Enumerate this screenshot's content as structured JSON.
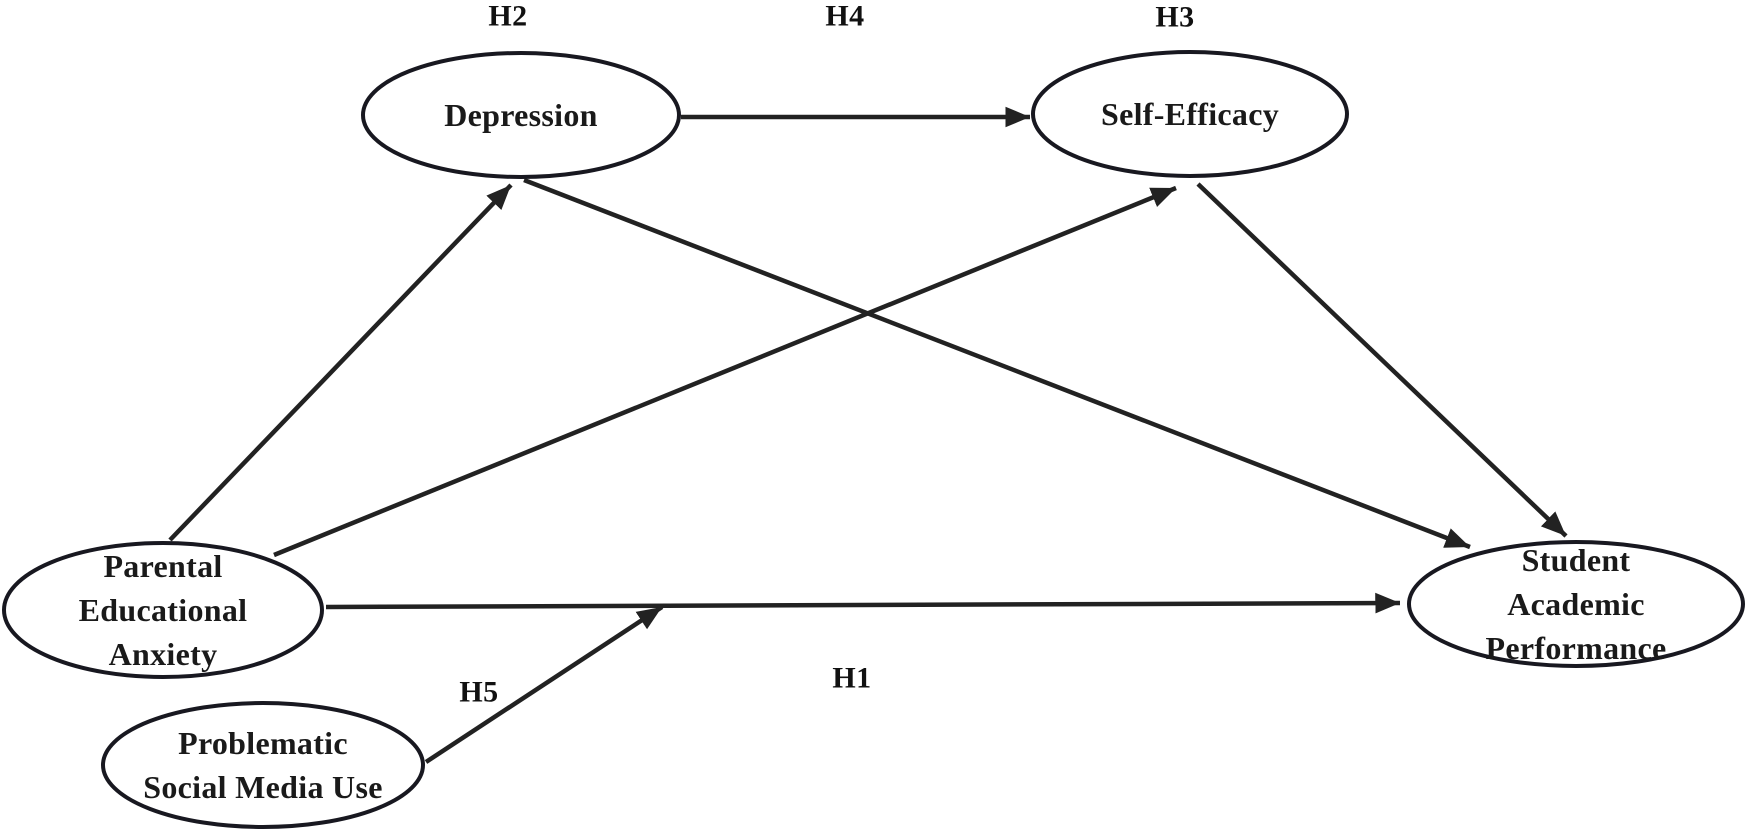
{
  "diagram": {
    "type": "path-model",
    "background_color": "#ffffff",
    "line_color": "#222222",
    "text_color": "#1a1a1a",
    "nodes": {
      "depression": {
        "label": "Depression"
      },
      "self_efficacy": {
        "label": "Self-Efficacy"
      },
      "parental_educational_anxiety": {
        "label": "Parental\nEducational\nAnxiety"
      },
      "problematic_social_media_use": {
        "label": "Problematic\nSocial Media Use"
      },
      "student_academic_performance": {
        "label": "Student Academic\nPerformance"
      }
    },
    "hypothesis_labels": {
      "h1": "H1",
      "h2": "H2",
      "h3": "H3",
      "h4": "H4",
      "h5": "H5"
    },
    "edges": [
      {
        "from": "Parental Educational Anxiety",
        "to": "Student Academic Performance",
        "label": "H1"
      },
      {
        "from": "Parental Educational Anxiety",
        "to": "Depression",
        "label": "H2"
      },
      {
        "from": "Parental Educational Anxiety",
        "to": "Self-Efficacy",
        "label": "H3"
      },
      {
        "from": "Depression",
        "to": "Self-Efficacy",
        "label": "H4"
      },
      {
        "from": "Depression",
        "to": "Student Academic Performance",
        "label": ""
      },
      {
        "from": "Self-Efficacy",
        "to": "Student Academic Performance",
        "label": ""
      },
      {
        "from": "Problematic Social Media Use",
        "to": "H1 path (moderation)",
        "label": "H5"
      }
    ]
  }
}
